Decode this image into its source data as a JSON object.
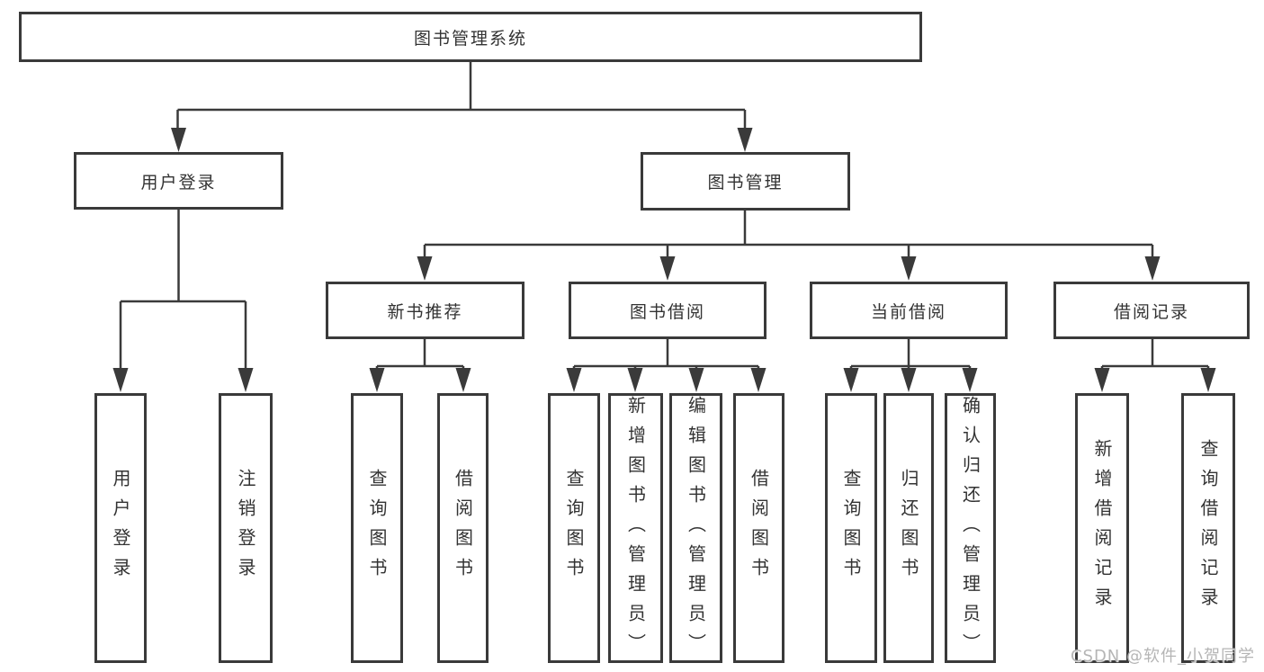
{
  "diagram": {
    "tree": {
      "label": "图书管理系统",
      "children": [
        {
          "label": "用户登录",
          "children": [
            {
              "label": "用户登录"
            },
            {
              "label": "注销登录"
            }
          ]
        },
        {
          "label": "图书管理",
          "children": [
            {
              "label": "新书推荐",
              "children": [
                {
                  "label": "查询图书"
                },
                {
                  "label": "借阅图书"
                }
              ]
            },
            {
              "label": "图书借阅",
              "children": [
                {
                  "label": "查询图书"
                },
                {
                  "label": "新增图书（管理员）"
                },
                {
                  "label": "编辑图书（管理员）"
                },
                {
                  "label": "借阅图书"
                }
              ]
            },
            {
              "label": "当前借阅",
              "children": [
                {
                  "label": "查询图书"
                },
                {
                  "label": "归还图书"
                },
                {
                  "label": "确认归还（管理员）"
                }
              ]
            },
            {
              "label": "借阅记录",
              "children": [
                {
                  "label": "新增借阅记录"
                },
                {
                  "label": "查询借阅记录"
                }
              ]
            }
          ]
        }
      ]
    },
    "watermark": {
      "text": "CSDN @软件_小贺同学"
    },
    "colors": {
      "line": "#3a3a3a",
      "text": "#333333",
      "watermark": "#b5b5b5",
      "background": "#ffffff"
    }
  }
}
